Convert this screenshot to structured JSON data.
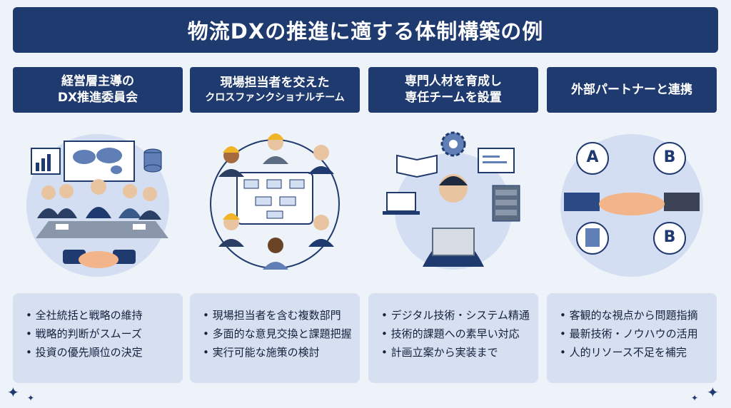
{
  "title": "物流DXの推進に適する体制構築の例",
  "columns": [
    {
      "heading": [
        "経営層主導の",
        "DX推進委員会"
      ],
      "points": [
        "全社統括と戦略の維持",
        "戦略的判断がスムーズ",
        "投資の優先順位の決定"
      ]
    },
    {
      "heading": [
        "現場担当者を交えた",
        "クロスファンクショナルチーム"
      ],
      "points": [
        "現場担当者を含む複数部門",
        "多面的な意見交換と課題把握",
        "実行可能な施策の検討"
      ]
    },
    {
      "heading": [
        "専門人材を育成し",
        "専任チームを設置"
      ],
      "points": [
        "デジタル技術・システム精通",
        "技術的課題への素早い対応",
        "計画立案から実装まで"
      ]
    },
    {
      "heading": [
        "外部パートナーと連携"
      ],
      "points": [
        "客観的な視点から問題指摘",
        "最新技術・ノウハウの活用",
        "人的リソース不足を補完"
      ]
    }
  ],
  "partner_logos": [
    "A",
    "B",
    "B"
  ],
  "colors": {
    "navy": "#1f3a6e",
    "circle": "#d3def2",
    "panel": "#d6e0f1",
    "background": "#eef2f9"
  }
}
